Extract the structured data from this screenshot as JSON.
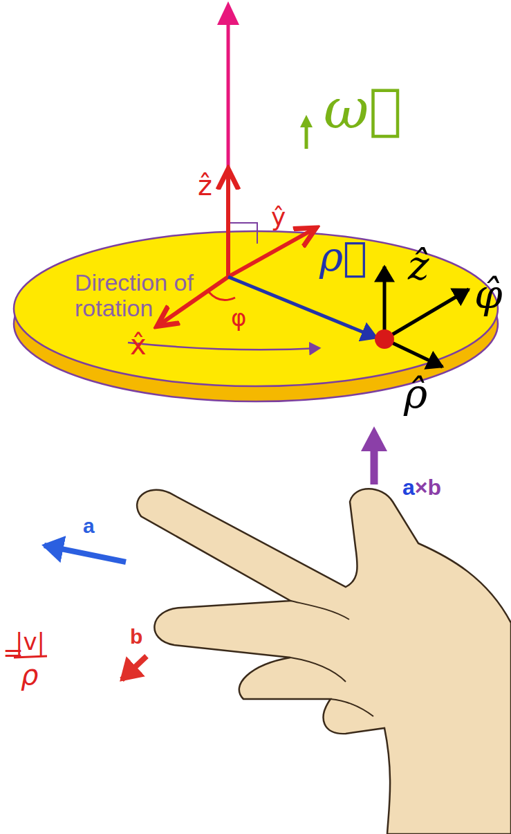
{
  "diagram": {
    "labels": [
      "ω⃗",
      "ẑ",
      "ŷ",
      "x̂",
      "ρ⃗",
      "Direction of rotation",
      "φ",
      "ẑ",
      "φ̂",
      "ρ̂",
      "a×b",
      "a",
      "b",
      "=",
      "|v|",
      "ρ"
    ]
  }
}
